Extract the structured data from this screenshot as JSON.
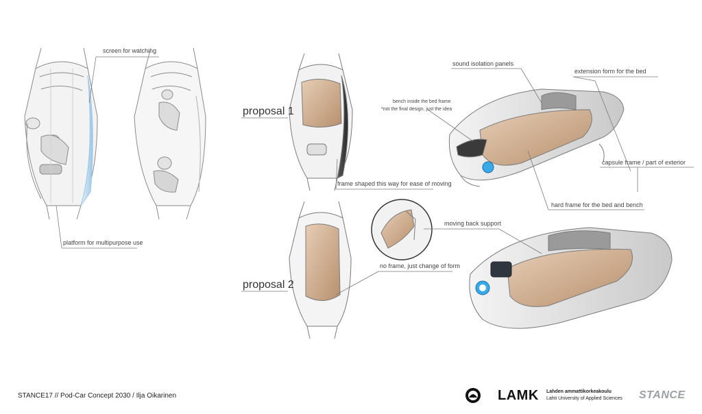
{
  "labels": {
    "screen": "screen for watching",
    "platform": "platform for multipurpose use",
    "proposal1": "proposal 1",
    "proposal2": "proposal 2",
    "frame_shaped": "frame shaped this way for ease of moving",
    "bench_inside": "bench inside the bed frame",
    "not_final": "*not the final design, just the idea",
    "sound_panels": "sound isolation panels",
    "extension_form": "extension form for the bed",
    "capsule_frame": "capsule frame / part of exterior",
    "hard_frame": "hard frame for the bed and bench",
    "moving_back": "moving back support",
    "no_frame": "no frame, just change of form"
  },
  "footer": {
    "credit": "STANCE17 // Pod-Car Concept 2030 / Ilja Oikarinen",
    "lamk": "LAMK",
    "lamk_line1": "Lahden ammattikorkeakoulu",
    "lamk_line2": "Lahti University of Applied Sciences",
    "stance": "STANCE"
  },
  "colors": {
    "wood": "#d8b89a",
    "wood_dark": "#b8906e",
    "blue": "#9cc7e6",
    "cyan": "#39a9e8",
    "line": "#8a8a8a"
  }
}
